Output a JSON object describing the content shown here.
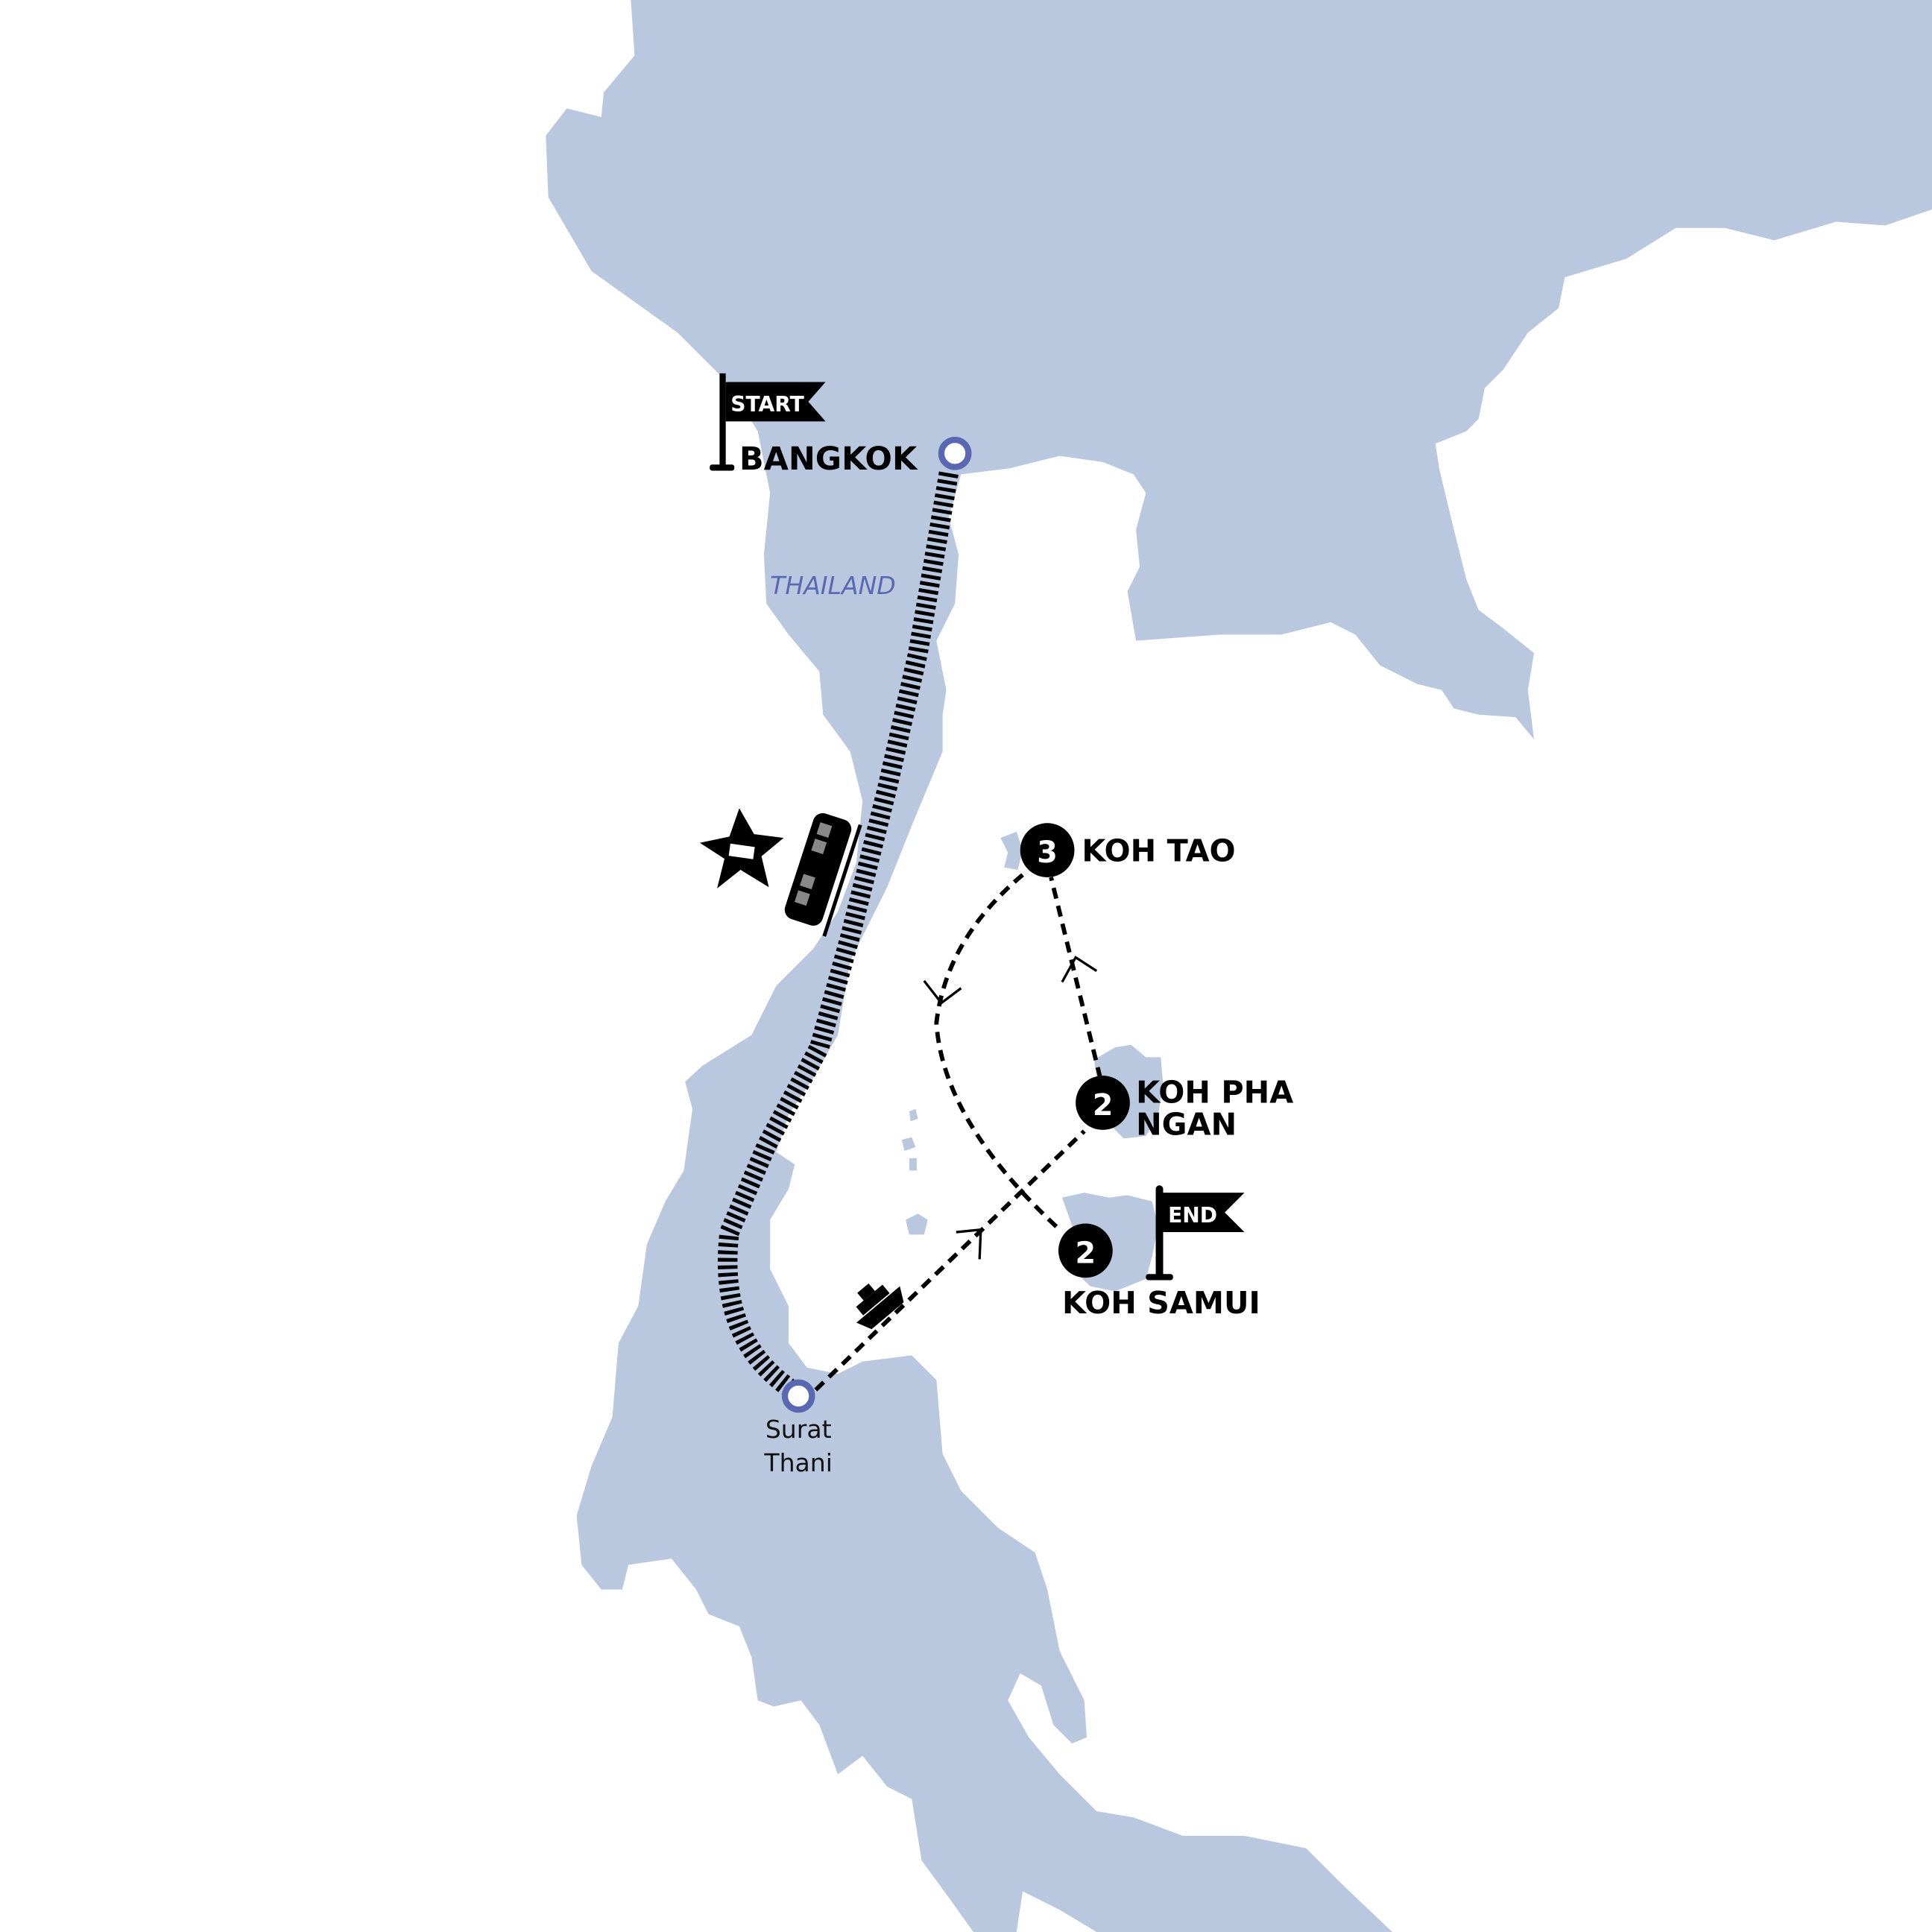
{
  "colors": {
    "land": "#bac8df",
    "accent": "#5a68b4",
    "ink": "#000000",
    "sea": "#ffffff"
  },
  "country": "THAILAND",
  "start_flag": "START",
  "end_flag": "END",
  "places": {
    "bangkok": "BANGKOK",
    "surat_line1": "Surat",
    "surat_line2": "Thani",
    "koh_tao": {
      "name": "KOH TAO",
      "nights": "3"
    },
    "koh_pha_ngan": {
      "name_line1": "KOH PHA",
      "name_line2": "NGAN",
      "nights": "2"
    },
    "koh_samui": {
      "name": "KOH SAMUI",
      "nights": "2"
    }
  },
  "icons": [
    "star-bus-icon",
    "train-icon",
    "ferry-icon",
    "flag-icon"
  ]
}
